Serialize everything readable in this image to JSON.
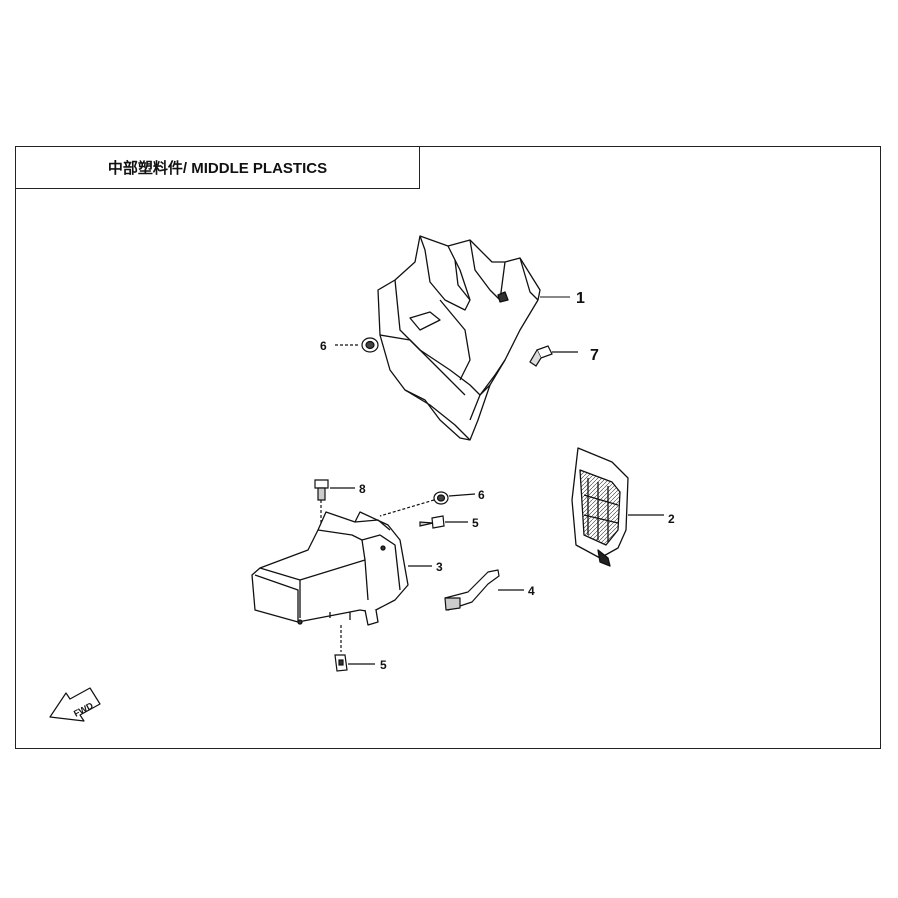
{
  "title": "中部塑料件/ MIDDLE PLASTICS",
  "callouts": [
    "1",
    "7",
    "6",
    "2",
    "8",
    "6",
    "5",
    "3",
    "4",
    "5"
  ],
  "fwd_label": "FWD"
}
